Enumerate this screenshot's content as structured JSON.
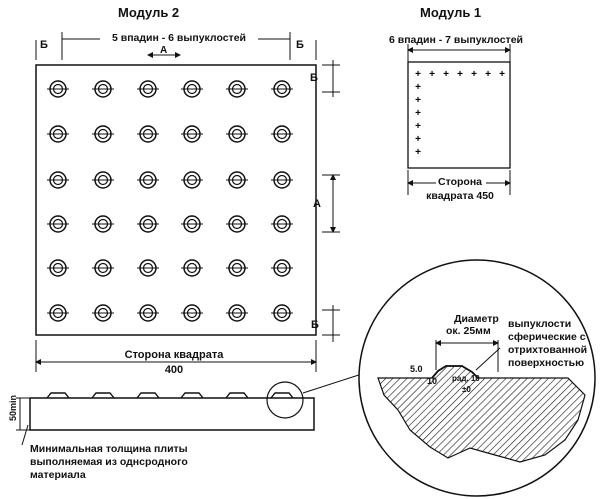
{
  "module2": {
    "title": "Модуль  2",
    "top_dim": "5 впадин - 6 выпуклостей",
    "label_b": "Б",
    "label_a": "А",
    "bottom_dim_line1": "Сторона квадрата",
    "bottom_dim_line2": "400"
  },
  "module1": {
    "title": "Модуль  1",
    "top_dim": "6 впадин - 7 выпуклостей",
    "side_line1": "Сторона",
    "side_line2": "квадрата 450"
  },
  "section": {
    "thickness": "50min",
    "note_line1": "Минимальная толщина плиты",
    "note_line2": "выполняемая из однсродного",
    "note_line3": "материала"
  },
  "detail": {
    "diam_line1": "Диаметр",
    "diam_line2": "ок.  25мм",
    "desc_line1": "выпуклости",
    "desc_line2": "сферические с",
    "desc_line3": "отрихтованной",
    "desc_line4": "поверхностью",
    "dim_top": "5.0",
    "dim_left": "10",
    "dim_right": "рад. 10",
    "dim_small": "±0"
  }
}
